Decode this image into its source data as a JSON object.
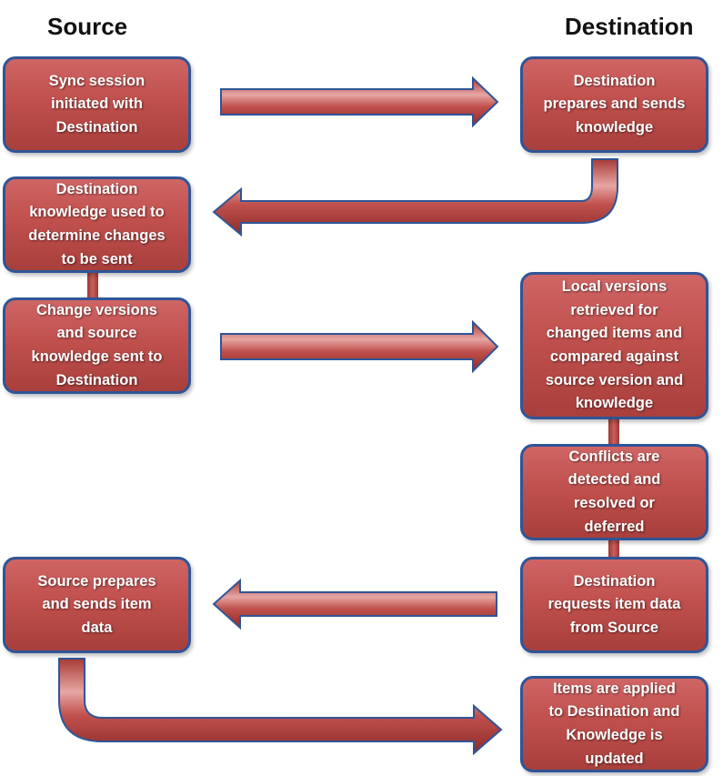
{
  "headers": {
    "source": "Source",
    "destination": "Destination"
  },
  "steps": {
    "sync_session": "Sync session\ninitiated with\nDestination",
    "dest_prepares": "Destination\nprepares and sends\nknowledge",
    "dest_knowledge_used": "Destination\nknowledge  used to\ndetermine changes\nto be sent",
    "change_versions": "Change versions\nand  source\nknowledge  sent to\nDestination",
    "local_versions": "Local  versions\nretrieved for\nchanged items and\ncompared against\nsource version and\nknowledge",
    "conflicts": "Conflicts are\ndetected and\nresolved or\ndeferred",
    "source_prepares": "Source prepares\nand sends item\ndata",
    "dest_requests": "Destination\nrequests item data\nfrom Source",
    "items_applied": "Items are applied\nto Destination and\nKnowledge is\nupdated"
  },
  "colors": {
    "box_fill": "#c0504d",
    "box_border": "#2f5597",
    "connector": "#b6443f",
    "text": "#ffffff"
  }
}
